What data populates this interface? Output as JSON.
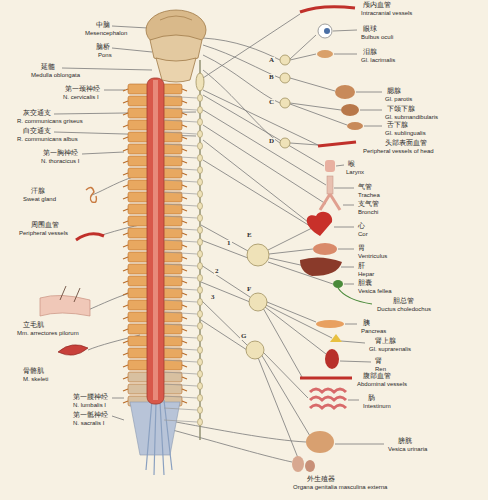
{
  "diagram": {
    "labels": [
      "中脑",
      "Mesencephalon",
      "脑桥",
      "Pons",
      "延髓",
      "Medulla oblongata",
      "第一颈神经",
      "N. cervicalis I",
      "灰交通支",
      "R. communicans griseus",
      "白交通支",
      "R. communicans albus",
      "第一胸神经",
      "N. thoracicus I",
      "汗腺",
      "Sweat gland",
      "周围血管",
      "Peripheral vessels",
      "立毛肌",
      "Mm. arrectores pilorum",
      "骨骼肌",
      "M. skeleti",
      "第一腰神经",
      "N. lumbalis I",
      "第一骶神经",
      "N. sacralis I",
      "颅内血管",
      "Intracranial vessels",
      "眼球",
      "Bulbus oculi",
      "泪腺",
      "Gl. lacrimalis",
      "腮腺",
      "Gl. parotis",
      "下颌下腺",
      "Gl. submandibularis",
      "舌下腺",
      "Gl. sublingualis",
      "头部表面血管",
      "Peripheral vessels of head",
      "喉",
      "Larynx",
      "气管",
      "Trachea",
      "支气管",
      "Bronchi",
      "心",
      "Cor",
      "胃",
      "Ventriculus",
      "肝",
      "Hepar",
      "胆囊",
      "Vesica fellea",
      "胆总管",
      "Ductus choledochus",
      "胰",
      "Pancreas",
      "肾上腺",
      "Gl. suprarenalis",
      "肾",
      "Ren",
      "腹部血管",
      "Abdominal vessels",
      "肠",
      "Intestinum",
      "膀胱",
      "Vesica urinaria",
      "外生殖器",
      "Organa genitalia masculina externa",
      "A",
      "B",
      "C",
      "D",
      "E",
      "F",
      "G",
      "1",
      "2",
      "3"
    ]
  }
}
